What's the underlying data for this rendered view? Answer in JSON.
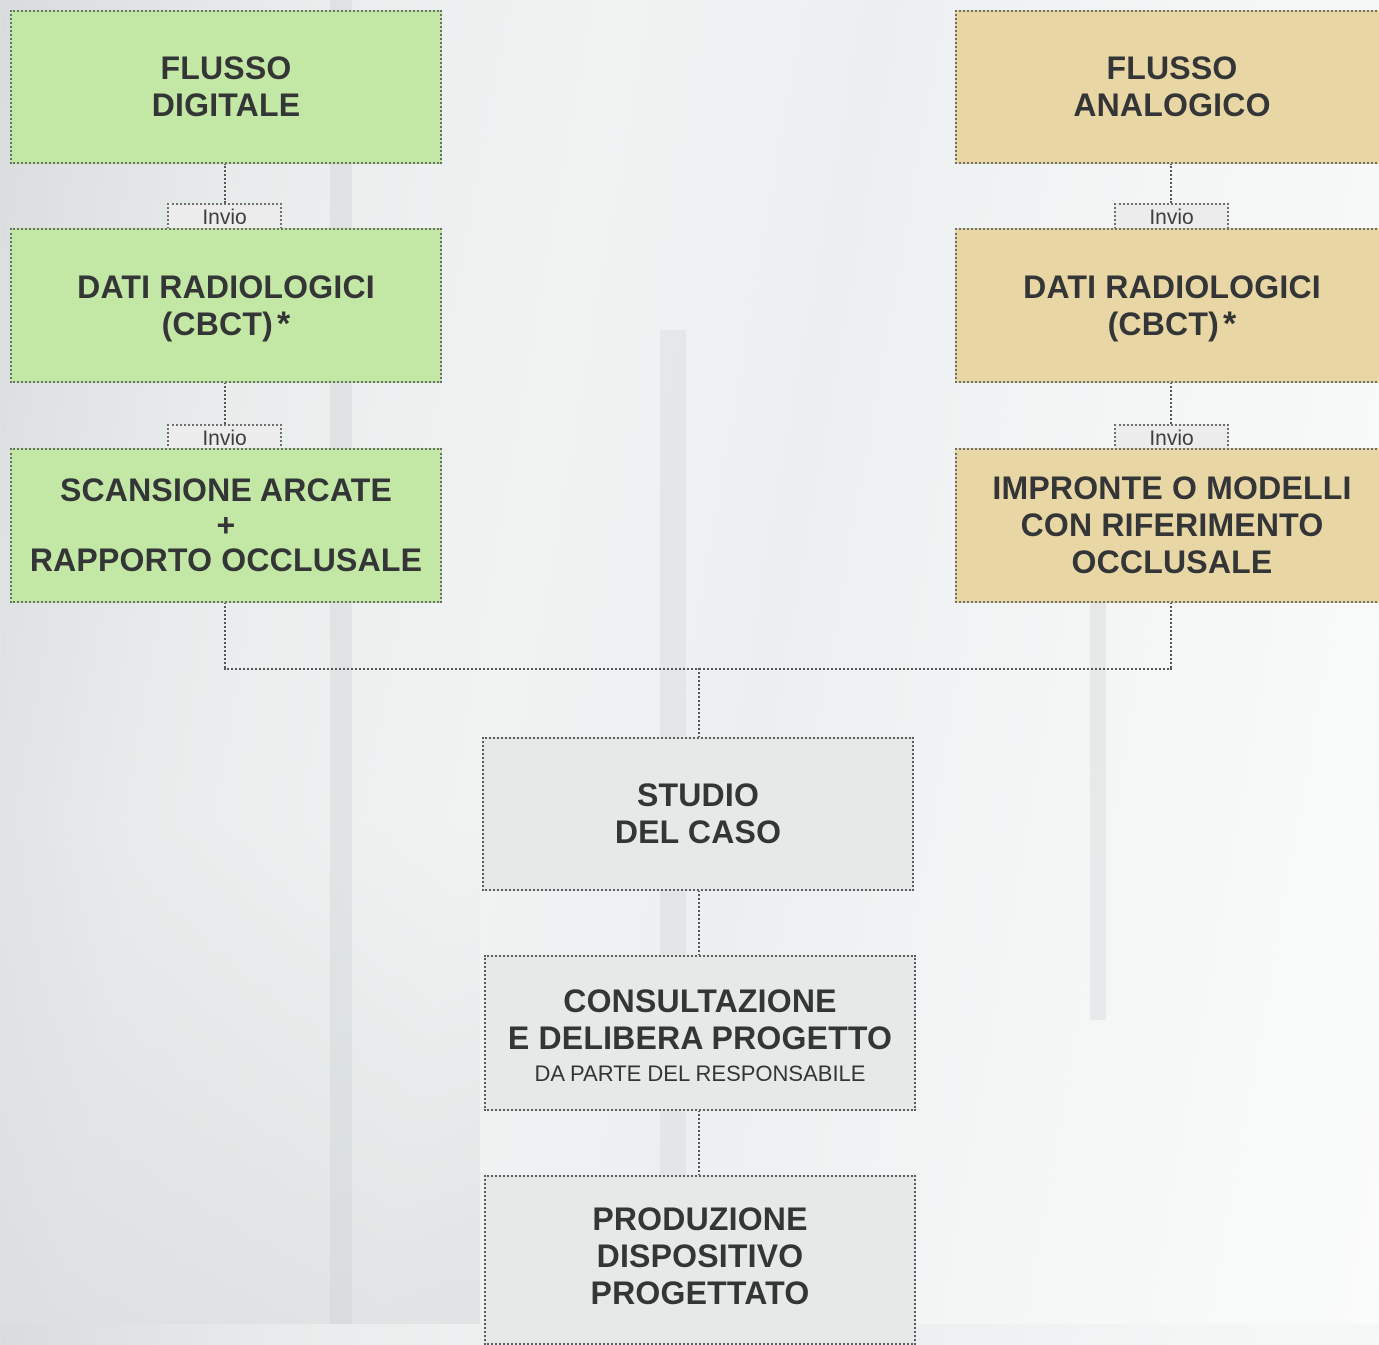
{
  "colors": {
    "digital_box": "#c3e7a4",
    "analog_box": "#e8d7a5",
    "shared_box": "#e7e8e8",
    "text": "#333536"
  },
  "digital_flow": {
    "header": "FLUSSO\nDIGITALE",
    "send_label_1": "Invio",
    "radiology": "DATI RADIOLOGICI\n(CBCT)",
    "radiology_mark": "*",
    "send_label_2": "Invio",
    "scan": "SCANSIONE ARCATE\n+\nRAPPORTO OCCLUSALE"
  },
  "analog_flow": {
    "header": "FLUSSO\nANALOGICO",
    "send_label_1": "Invio",
    "radiology": "DATI RADIOLOGICI\n(CBCT)",
    "radiology_mark": "*",
    "send_label_2": "Invio",
    "impressions": "IMPRONTE O MODELLI\nCON RIFERIMENTO\nOCCLUSALE"
  },
  "shared_flow": {
    "case_study": "STUDIO\nDEL CASO",
    "consultation": "CONSULTAZIONE\nE DELIBERA PROGETTO",
    "consultation_note": "DA PARTE DEL RESPONSABILE",
    "production": "PRODUZIONE\nDISPOSITIVO\nPROGETTATO"
  }
}
